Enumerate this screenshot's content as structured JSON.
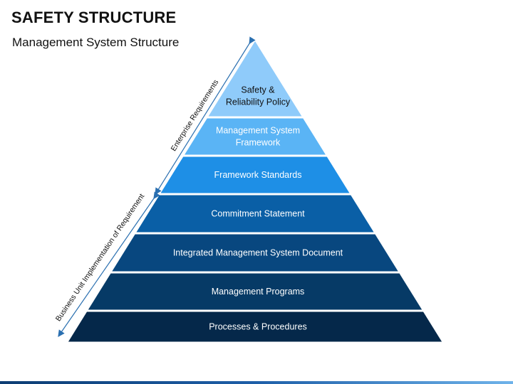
{
  "header": {
    "title": "SAFETY STRUCTURE",
    "subtitle": "Management System Structure"
  },
  "pyramid": {
    "layers": [
      {
        "lines": [
          "Safety &",
          "Reliability Policy"
        ],
        "fill": "#8fcbfa",
        "text_color": "#111111"
      },
      {
        "lines": [
          "Management System",
          "Framework"
        ],
        "fill": "#5ab4f5",
        "text_color": "#ffffff"
      },
      {
        "lines": [
          "Framework Standards"
        ],
        "fill": "#1e8fe6",
        "text_color": "#ffffff"
      },
      {
        "lines": [
          "Commitment Statement"
        ],
        "fill": "#0a5fa6",
        "text_color": "#ffffff"
      },
      {
        "lines": [
          "Integrated Management System Document"
        ],
        "fill": "#08477f",
        "text_color": "#ffffff"
      },
      {
        "lines": [
          "Management Programs"
        ],
        "fill": "#063a66",
        "text_color": "#ffffff"
      },
      {
        "lines": [
          "Processes & Procedures"
        ],
        "fill": "#05284a",
        "text_color": "#ffffff"
      }
    ]
  },
  "side_labels": {
    "upper": "Enterprise Requirements",
    "lower": "Business Unit Implementation of Requirement",
    "arrow_color": "#2a6fb0"
  },
  "colors": {
    "bottom_bar": "#1e5fa8"
  }
}
